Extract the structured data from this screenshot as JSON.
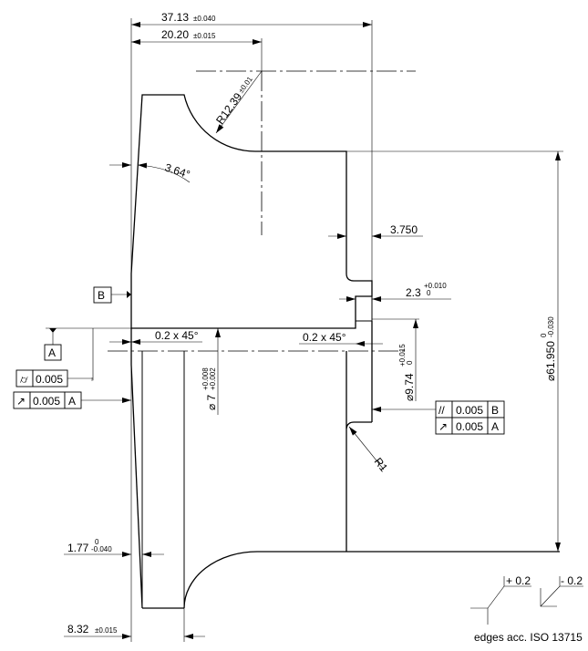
{
  "dimensions": {
    "overall_length": {
      "value": "37.13",
      "tol": "±0.040"
    },
    "center_offset": {
      "value": "20.20",
      "tol": "±0.015"
    },
    "radius_main": {
      "value": "R12.39",
      "tol": "±0.01"
    },
    "taper_angle": "3.64°",
    "step_width": "3.750",
    "groove_width": {
      "value": "2.3",
      "tol_upper": "+0.010",
      "tol_lower": "0"
    },
    "chamfer_left": "0.2 x 45°",
    "chamfer_right": "0.2 x 45°",
    "bore_dia": {
      "value": "⌀ 7",
      "tol_upper": "+0.008",
      "tol_lower": "+0.002"
    },
    "hub_dia": {
      "value": "⌀9.74",
      "tol_upper": "+0.015",
      "tol_lower": "0"
    },
    "outer_dia": {
      "value": "⌀61.950",
      "tol_upper": "0",
      "tol_lower": "-0.030"
    },
    "fillet_radius": "R1",
    "flange_thickness": {
      "value": "1.77",
      "tol_upper": "0",
      "tol_lower": "-0.040"
    },
    "hub_length": {
      "value": "8.32",
      "tol": "±0.015"
    }
  },
  "datums": {
    "a": "A",
    "b": "B"
  },
  "tolerance_frames": {
    "cylindricity": {
      "symbol": "⌭",
      "value": "0.005"
    },
    "runout_left": {
      "symbol": "↗",
      "value": "0.005",
      "datum": "A"
    },
    "parallelism": {
      "symbol": "//",
      "value": "0.005",
      "datum": "B"
    },
    "runout_right": {
      "symbol": "↗",
      "value": "0.005",
      "datum": "A"
    }
  },
  "edge_symbols": {
    "plus": "+ 0.2",
    "minus": "- 0.2",
    "note": "edges acc. ISO 13715"
  }
}
